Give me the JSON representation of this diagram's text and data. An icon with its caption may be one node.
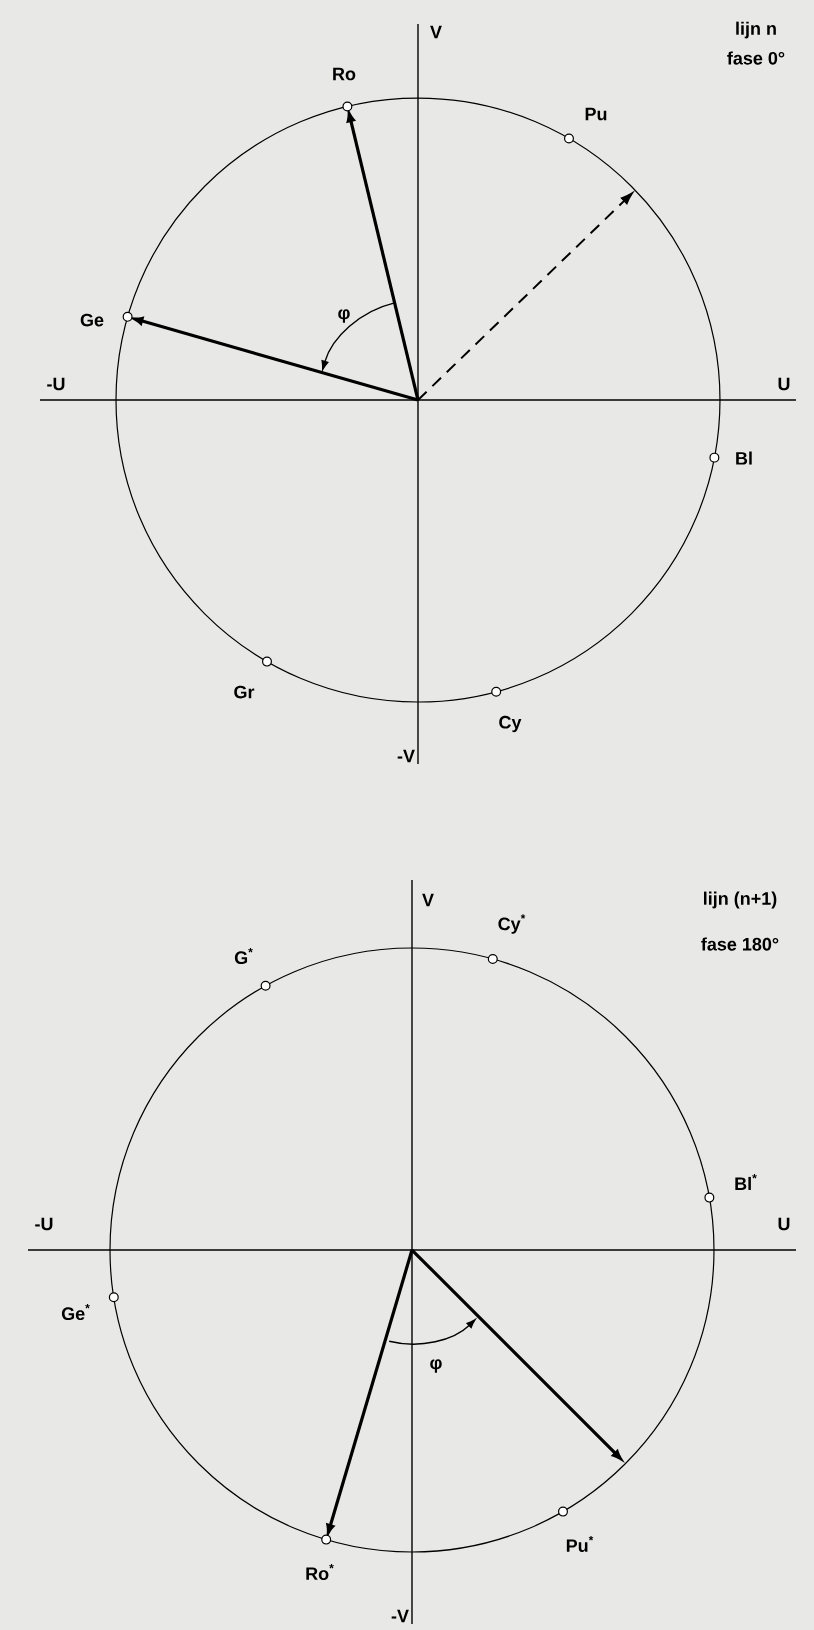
{
  "diagram": {
    "labels": [
      "V",
      "lijn n",
      "fase 0°",
      "Ro",
      "Pu",
      "Ge",
      "φ",
      "-U",
      "U",
      "Bl",
      "Gr",
      "Cy",
      "-V",
      "V",
      "lijn (n+1)",
      "fase 180°",
      "Cy$^{*}$",
      "G$^{*}$",
      "Bl$^{*}$",
      "-U",
      "U",
      "Ge$^{*}$",
      "φ",
      "Ro$^{*}$",
      "Pu$^{*}$",
      "-V"
    ]
  }
}
